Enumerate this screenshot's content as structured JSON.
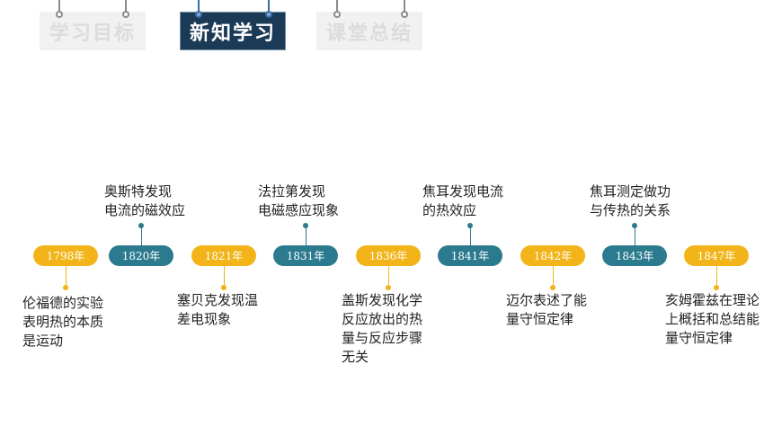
{
  "tabs": [
    {
      "label": "学习目标",
      "state": "inactive"
    },
    {
      "label": "新知学习",
      "state": "active"
    },
    {
      "label": "课堂总结",
      "state": "inactive"
    }
  ],
  "colors": {
    "accent_yellow": "#f2b418",
    "accent_teal": "#2b7a8e",
    "tab_active": "#1b3a55"
  },
  "timeline": [
    {
      "year": "1798年",
      "text": "伦福德的实验\n表明热的本质\n是运动"
    },
    {
      "year": "1820年",
      "text": "奥斯特发现\n电流的磁效应"
    },
    {
      "year": "1821年",
      "text": "塞贝克发现温\n差电现象"
    },
    {
      "year": "1831年",
      "text": "法拉第发现\n电磁感应现象"
    },
    {
      "year": "1836年",
      "text": "盖斯发现化学\n反应放出的热\n量与反应步骤\n无关"
    },
    {
      "year": "1841年",
      "text": "焦耳发现电流\n的热效应"
    },
    {
      "year": "1842年",
      "text": "迈尔表述了能\n量守恒定律"
    },
    {
      "year": "1843年",
      "text": "焦耳测定做功\n与传热的关系"
    },
    {
      "year": "1847年",
      "text": "亥姆霍兹在理论\n上概括和总结能\n量守恒定律"
    }
  ]
}
